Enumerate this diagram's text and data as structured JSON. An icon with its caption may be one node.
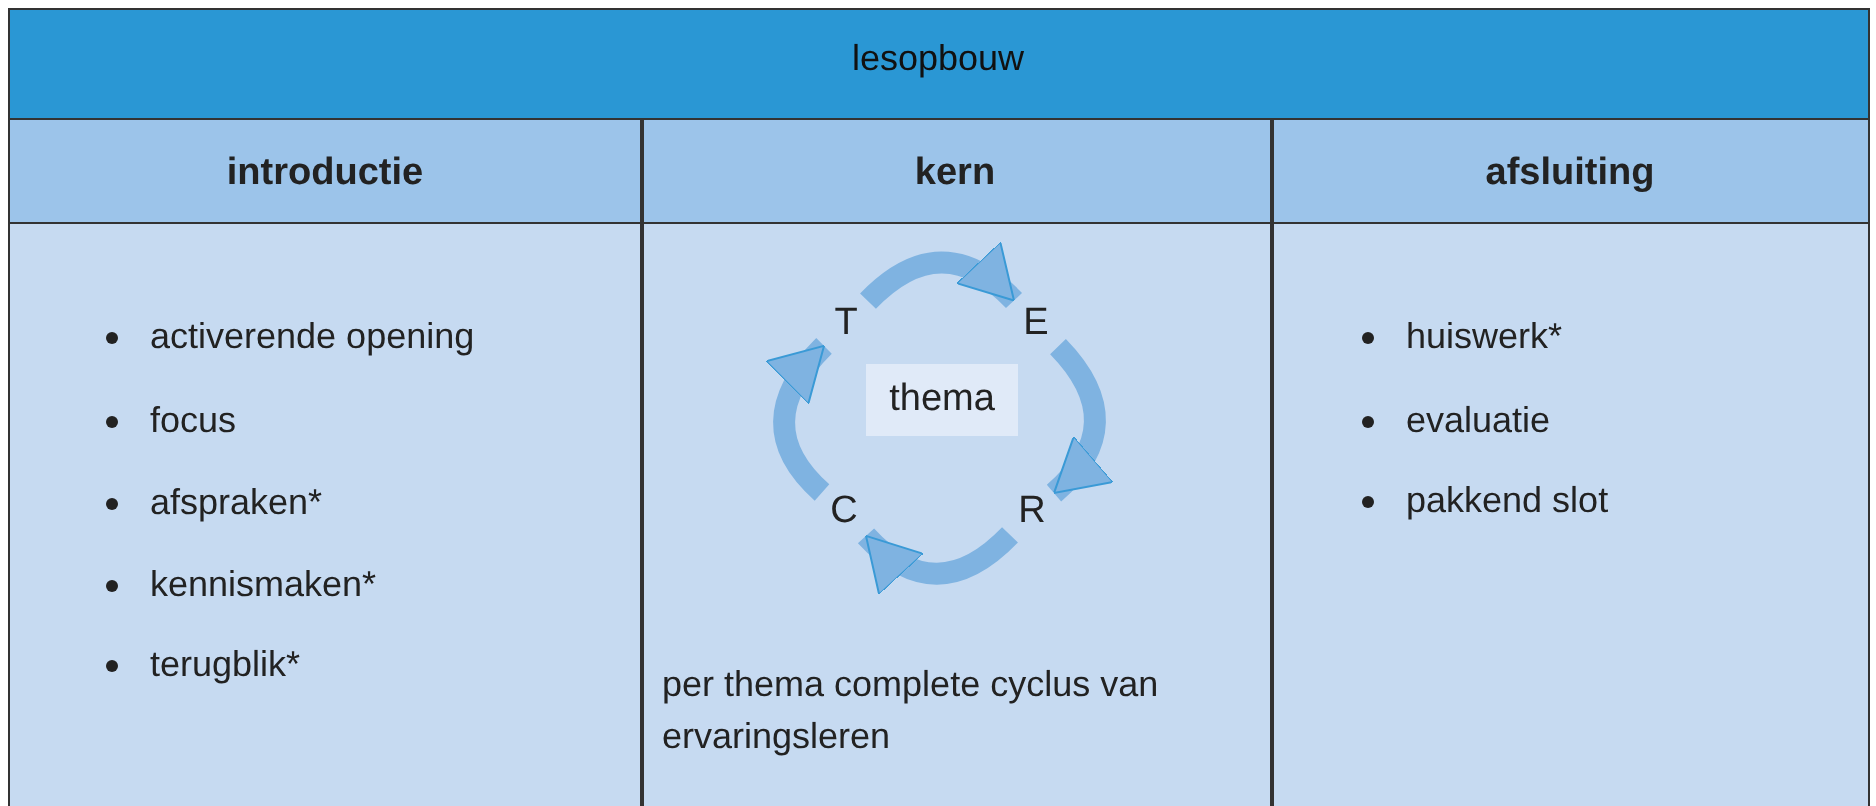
{
  "diagram": {
    "title": "lesopbouw",
    "nodes": [
      {
        "text": [
          "T"
        ]
      },
      {
        "text": [
          "E"
        ]
      },
      {
        "text": [
          "thema"
        ]
      },
      {
        "text": [
          "C"
        ]
      },
      {
        "text": [
          "R"
        ]
      }
    ],
    "edges": [
      {
        "from": 0,
        "to": 1,
        "arrow": "to"
      },
      {
        "from": 1,
        "to": 4,
        "arrow": "to"
      },
      {
        "from": 4,
        "to": 3,
        "arrow": "to"
      },
      {
        "from": 3,
        "to": 0,
        "arrow": "to"
      }
    ],
    "labels": [
      "introductie",
      "kern",
      "afsluiting",
      "activerende opening",
      "focus",
      "afspraken*",
      "kennismaken*",
      "terugblik*",
      "per thema complete cyclus van ervaringsleren",
      "huiswerk*",
      "evaluatie",
      "pakkend slot"
    ]
  }
}
